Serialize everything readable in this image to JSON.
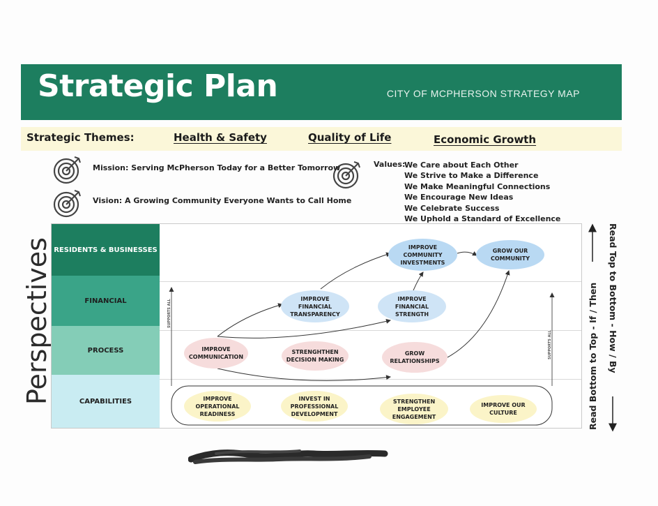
{
  "header": {
    "title": "Strategic Plan",
    "subtitle": "CITY OF MCPHERSON STRATEGY MAP",
    "bg_color": "#1d7e5f"
  },
  "themes": {
    "label": "Strategic Themes:",
    "items": [
      "Health & Safety",
      "Quality of Life",
      "Economic Growth"
    ],
    "bg_color": "#fbf7d9"
  },
  "mission": {
    "text": "Mission: Serving McPherson Today for a Better Tomorrow",
    "icon": "target-icon"
  },
  "vision": {
    "text": "Vision: A Growing Community Everyone Wants to Call Home",
    "icon": "target-icon"
  },
  "values": {
    "label": "Values:",
    "icon": "target-icon",
    "items": [
      "We Care about Each Other",
      "We Strive to Make a Difference",
      "We Make Meaningful Connections",
      "We Encourage New Ideas",
      "We Celebrate Success",
      "We Uphold a Standard of Excellence"
    ]
  },
  "perspectives_label": "Perspectives",
  "rows": [
    {
      "label": "RESIDENTS & BUSINESSES",
      "color": "#1d7e5f",
      "text_color": "#ffffff"
    },
    {
      "label": "FINANCIAL",
      "color": "#3aa488",
      "text_color": "#1b1b1b"
    },
    {
      "label": "PROCESS",
      "color": "#84cdb7",
      "text_color": "#1b1b1b"
    },
    {
      "label": "CAPABILITIES",
      "color": "#c9ecf2",
      "text_color": "#1b1b1b"
    }
  ],
  "nodes": {
    "community_investments": "IMPROVE COMMUNITY INVESTMENTS",
    "grow_community": "GROW OUR COMMUNITY",
    "financial_transparency": "IMPROVE FINANCIAL TRANSPARENCY",
    "financial_strength": "IMPROVE FINANCIAL STRENGTH",
    "communication": "IMPROVE COMMUNICATION",
    "decision_making": "STRENGHTHEN DECISION MAKING",
    "relationships": "GROW RELATIONSHIPS",
    "operational_readiness": "IMPROVE OPERATIONAL READINESS",
    "professional_development": "INVEST IN PROFESSIONAL DEVELOPMENT",
    "employee_engagement": "STRENGTHEN EMPLOYEE ENGAGEMENT",
    "culture": "IMPROVE OUR CULTURE"
  },
  "supports_all": "SUPPORTS ALL",
  "side": {
    "top_to_bottom": "Read Top to Bottom - How / By",
    "bottom_to_top": "Read Bottom to Top - If / Then"
  }
}
